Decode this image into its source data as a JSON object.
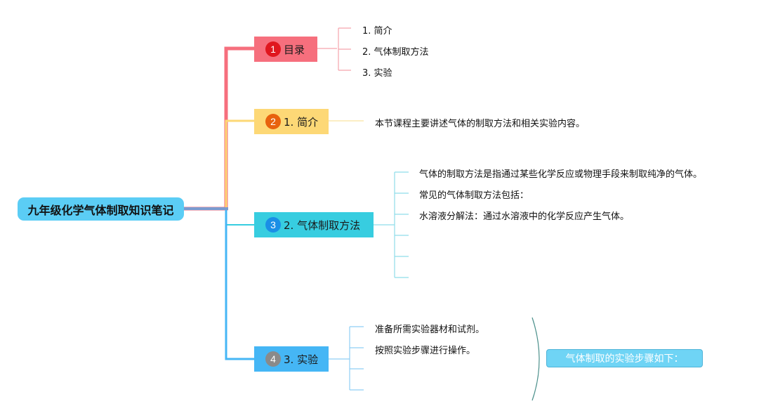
{
  "root": {
    "title": "九年级化学气体制取知识笔记"
  },
  "topics": [
    {
      "number": "1",
      "label": "目录",
      "color": "#f66f7d",
      "badge": "#e0161e",
      "leaves": [
        "1. 简介",
        "2. 气体制取方法",
        "3. 实验"
      ]
    },
    {
      "number": "2",
      "label": "1. 简介",
      "color": "#fdd876",
      "badge": "#e8620d",
      "leaves": [
        "本节课程主要讲述气体的制取方法和相关实验内容。"
      ]
    },
    {
      "number": "3",
      "label": "2. 气体制取方法",
      "color": "#37cde0",
      "badge": "#1a8fe6",
      "leaves": [
        "气体的制取方法是指通过某些化学反应或物理手段来制取纯净的气体。",
        "常见的气体制取方法包括：",
        "水溶液分解法：通过水溶液中的化学反应产生气体。",
        "",
        "",
        ""
      ]
    },
    {
      "number": "4",
      "label": "3. 实验",
      "color": "#45b6f5",
      "badge": "#8a8a8a",
      "leaves": [
        "准备所需实验器材和试剂。",
        "按照实验步骤进行操作。",
        "",
        ""
      ]
    }
  ],
  "summary": {
    "label": "气体制取的实验步骤如下："
  }
}
